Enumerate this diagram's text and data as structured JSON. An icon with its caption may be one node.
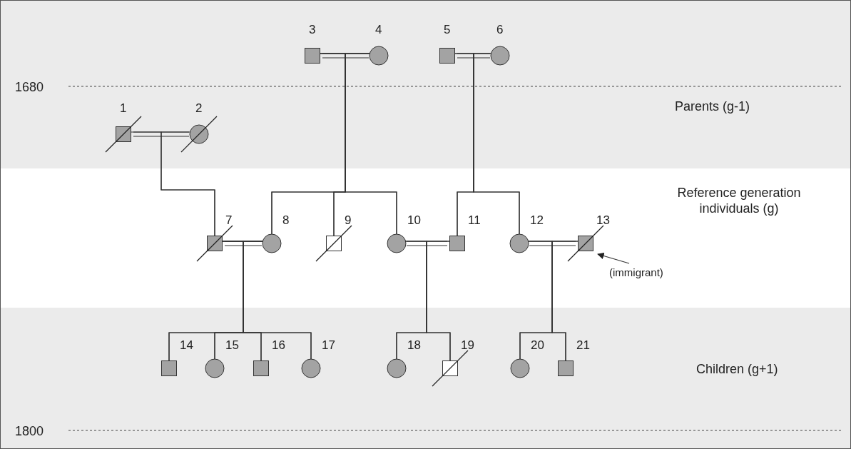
{
  "diagram": {
    "nodes": [
      {
        "text": [
          "1"
        ]
      },
      {
        "text": [
          "2"
        ]
      },
      {
        "text": [
          "3"
        ]
      },
      {
        "text": [
          "4"
        ]
      },
      {
        "text": [
          "5"
        ]
      },
      {
        "text": [
          "6"
        ]
      },
      {
        "text": [
          "7"
        ]
      },
      {
        "text": [
          "8"
        ]
      },
      {
        "text": [
          "9"
        ]
      },
      {
        "text": [
          "10"
        ]
      },
      {
        "text": [
          "11"
        ]
      },
      {
        "text": [
          "12"
        ]
      },
      {
        "text": [
          "13"
        ]
      },
      {
        "text": [
          "14"
        ]
      },
      {
        "text": [
          "15"
        ]
      },
      {
        "text": [
          "16"
        ]
      },
      {
        "text": [
          "17"
        ]
      },
      {
        "text": [
          "18"
        ]
      },
      {
        "text": [
          "19"
        ]
      },
      {
        "text": [
          "20"
        ]
      },
      {
        "text": [
          "21"
        ]
      },
      {
        "text": [
          "(immigrant)"
        ]
      }
    ],
    "edges": [
      {
        "from": 0,
        "to": 1,
        "arrow": "none"
      },
      {
        "from": 2,
        "to": 3,
        "arrow": "none"
      },
      {
        "from": 4,
        "to": 5,
        "arrow": "none"
      },
      {
        "from": 0,
        "to": 6,
        "arrow": "none"
      },
      {
        "from": 1,
        "to": 6,
        "arrow": "none"
      },
      {
        "from": 2,
        "to": 7,
        "arrow": "none"
      },
      {
        "from": 2,
        "to": 8,
        "arrow": "none"
      },
      {
        "from": 2,
        "to": 9,
        "arrow": "none"
      },
      {
        "from": 3,
        "to": 7,
        "arrow": "none"
      },
      {
        "from": 3,
        "to": 8,
        "arrow": "none"
      },
      {
        "from": 3,
        "to": 9,
        "arrow": "none"
      },
      {
        "from": 4,
        "to": 10,
        "arrow": "none"
      },
      {
        "from": 4,
        "to": 11,
        "arrow": "none"
      },
      {
        "from": 5,
        "to": 10,
        "arrow": "none"
      },
      {
        "from": 5,
        "to": 11,
        "arrow": "none"
      },
      {
        "from": 6,
        "to": 7,
        "arrow": "none"
      },
      {
        "from": 9,
        "to": 10,
        "arrow": "none"
      },
      {
        "from": 11,
        "to": 12,
        "arrow": "none"
      },
      {
        "from": 21,
        "to": 12,
        "arrow": "to"
      },
      {
        "from": 6,
        "to": 13,
        "arrow": "none"
      },
      {
        "from": 6,
        "to": 14,
        "arrow": "none"
      },
      {
        "from": 6,
        "to": 15,
        "arrow": "none"
      },
      {
        "from": 6,
        "to": 16,
        "arrow": "none"
      },
      {
        "from": 7,
        "to": 13,
        "arrow": "none"
      },
      {
        "from": 7,
        "to": 14,
        "arrow": "none"
      },
      {
        "from": 7,
        "to": 15,
        "arrow": "none"
      },
      {
        "from": 7,
        "to": 16,
        "arrow": "none"
      },
      {
        "from": 9,
        "to": 17,
        "arrow": "none"
      },
      {
        "from": 9,
        "to": 18,
        "arrow": "none"
      },
      {
        "from": 10,
        "to": 17,
        "arrow": "none"
      },
      {
        "from": 10,
        "to": 18,
        "arrow": "none"
      },
      {
        "from": 11,
        "to": 19,
        "arrow": "none"
      },
      {
        "from": 11,
        "to": 20,
        "arrow": "none"
      },
      {
        "from": 12,
        "to": 19,
        "arrow": "none"
      },
      {
        "from": 12,
        "to": 20,
        "arrow": "none"
      }
    ],
    "labels": [
      "1680",
      "Parents (g-1)",
      "Reference generation individuals (g)",
      "Children (g+1)",
      "1800"
    ]
  }
}
